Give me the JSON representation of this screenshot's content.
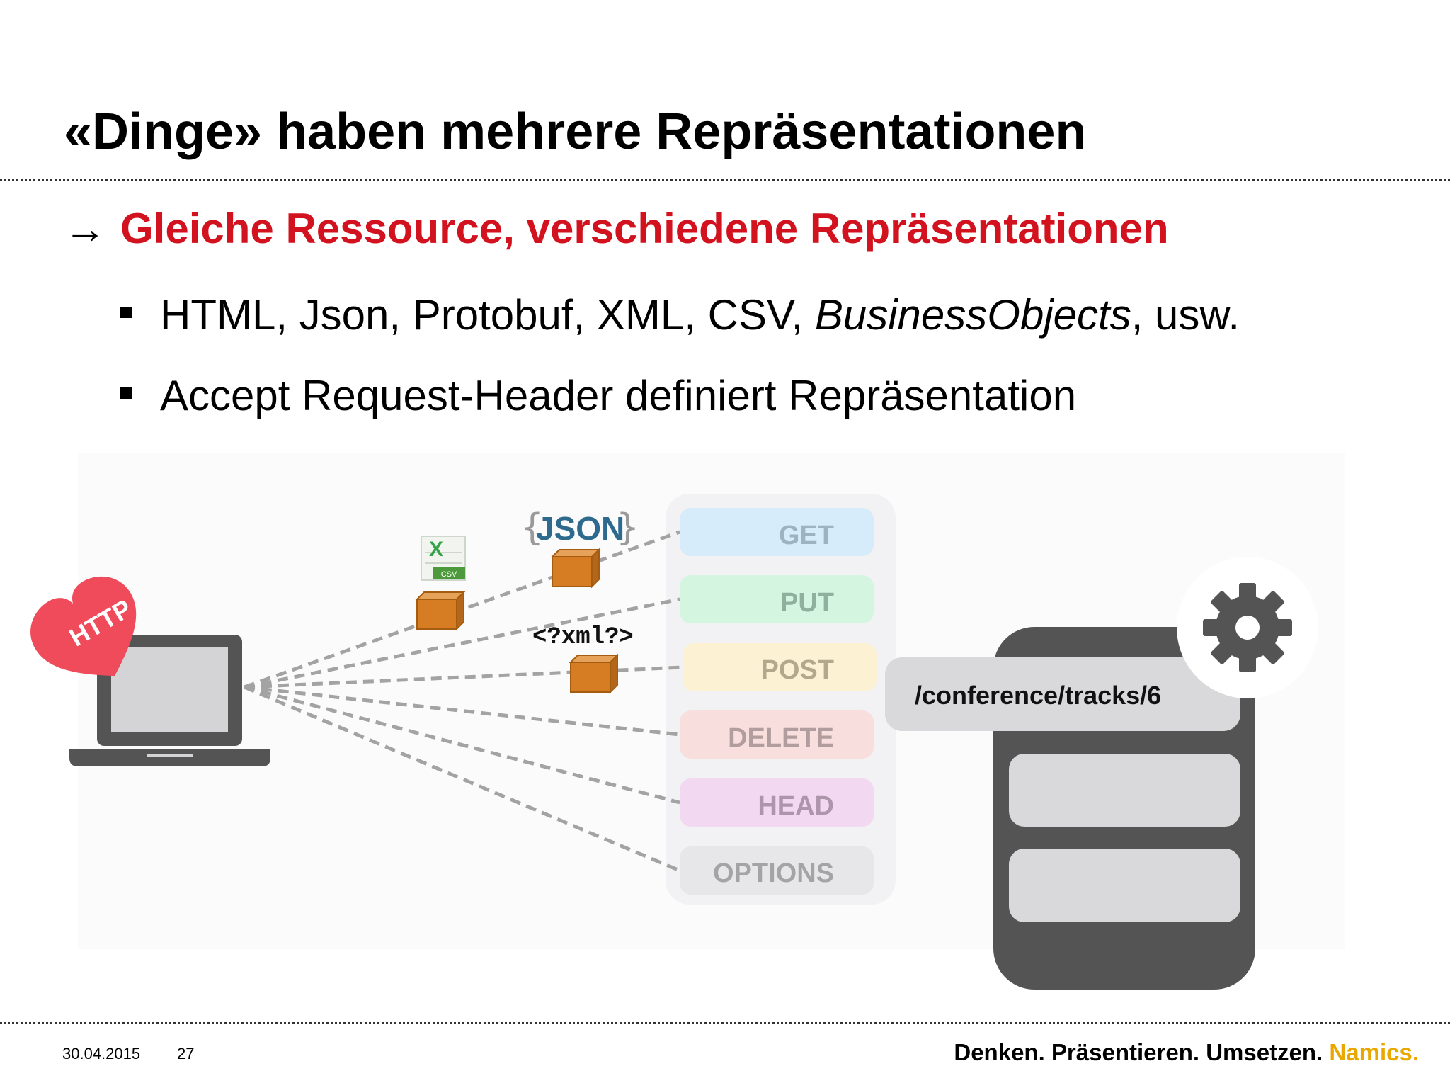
{
  "slide": {
    "title": "«Dinge» haben mehrere Repräsentationen",
    "subheading_arrow": "→",
    "subheading": "Gleiche Ressource, verschiedene Repräsentationen",
    "bullets": [
      {
        "pre": "HTML, Json, Protobuf, XML, CSV, ",
        "italic": "BusinessObjects",
        "post": ", usw."
      },
      {
        "text": "Accept Request-Header definiert Repräsentation"
      }
    ]
  },
  "diagram": {
    "http_label": "HTTP",
    "json_logo": {
      "open": "{",
      "text": "JSON",
      "close": "}"
    },
    "xml_logo": "<?xml?>",
    "csv_icon": {
      "letter": "X",
      "label": "CSV"
    },
    "methods": [
      {
        "label": "GET",
        "bg": "#d6ecfb",
        "fg": "#9db3c4"
      },
      {
        "label": "PUT",
        "bg": "#d4f6e0",
        "fg": "#8fb09c"
      },
      {
        "label": "POST",
        "bg": "#fcf1d3",
        "fg": "#b4a88c"
      },
      {
        "label": "DELETE",
        "bg": "#f9dede",
        "fg": "#b19d9d"
      },
      {
        "label": "HEAD",
        "bg": "#f2d8f0",
        "fg": "#ad96ab"
      },
      {
        "label": "OPTIONS",
        "bg": "#e7e6e8",
        "fg": "#a4a3a6"
      }
    ],
    "resource_path": "/conference/tracks/6",
    "colors": {
      "server": "#555455",
      "heart": "#ef4b5a",
      "box": "#d67c22",
      "line": "#a3a3a3"
    }
  },
  "footer": {
    "date": "30.04.2015",
    "page": "27",
    "slogan": "Denken. Präsentieren. Umsetzen.",
    "brand": "Namics."
  }
}
